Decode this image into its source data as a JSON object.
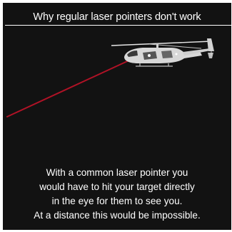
{
  "title": "Why regular laser pointers don't work",
  "caption": {
    "lines": [
      "With a common laser pointer you",
      "would have to hit your target directly",
      "in the eye for them to see you.",
      "At a distance this would be impossible."
    ]
  },
  "colors": {
    "background": "#121212",
    "text": "#ffffff",
    "laser": "#b11226",
    "helicopter": "#d8d8d8"
  },
  "icons": {
    "helicopter": "helicopter-icon",
    "laser": "laser-beam"
  }
}
